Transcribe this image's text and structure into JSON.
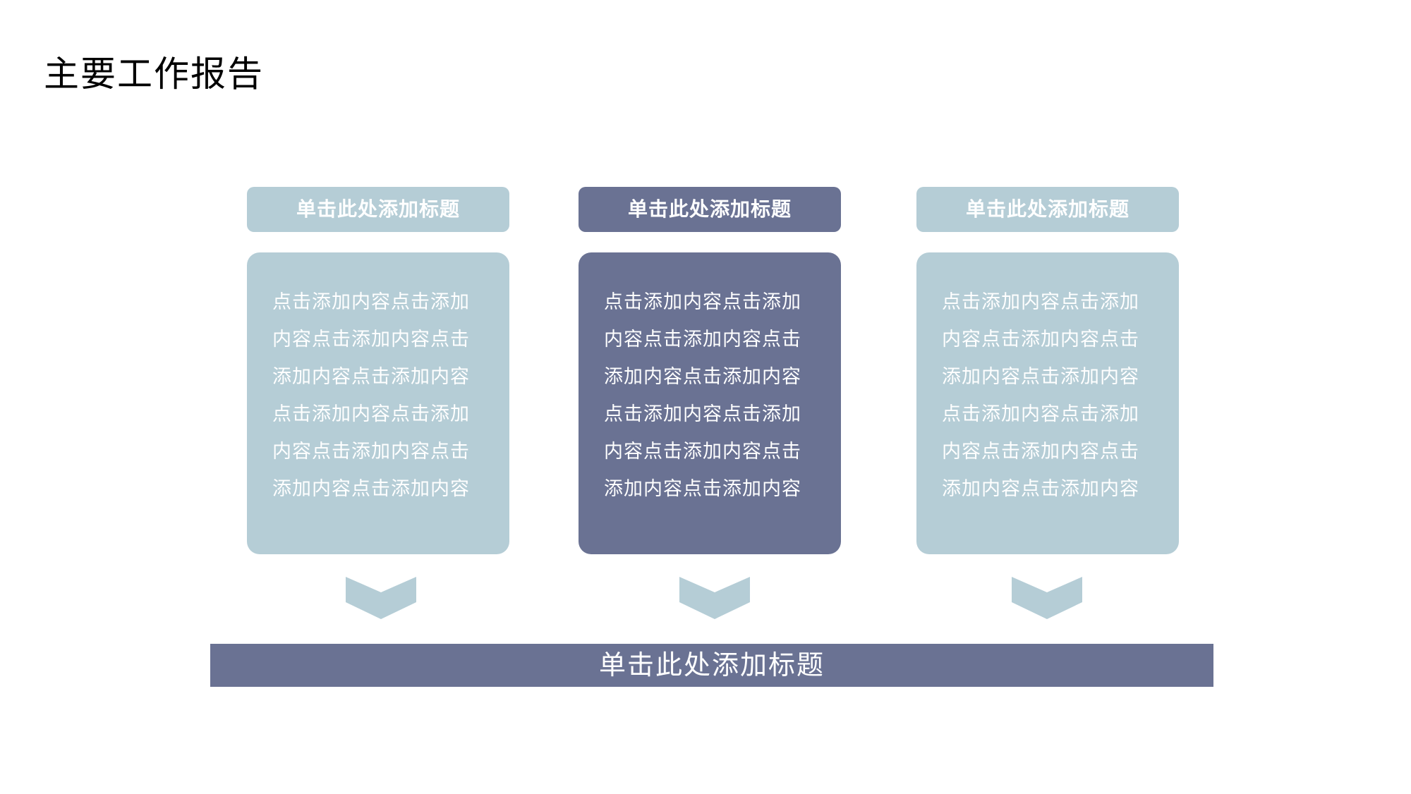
{
  "page": {
    "title": "主要工作报告"
  },
  "colors": {
    "light": "#b5cdd6",
    "dark": "#6a7293",
    "text_on_box": "#ffffff"
  },
  "columns": [
    {
      "title": "单击此处添加标题",
      "body": "点击添加内容点击添加内容点击添加内容点击添加内容点击添加内容点击添加内容点击添加内容点击添加内容点击添加内容点击添加内容",
      "style": "light",
      "arrow_icon": "chevron-down-icon"
    },
    {
      "title": "单击此处添加标题",
      "body": "点击添加内容点击添加内容点击添加内容点击添加内容点击添加内容点击添加内容点击添加内容点击添加内容点击添加内容点击添加内容",
      "style": "dark",
      "arrow_icon": "chevron-down-icon"
    },
    {
      "title": "单击此处添加标题",
      "body": "点击添加内容点击添加内容点击添加内容点击添加内容点击添加内容点击添加内容点击添加内容点击添加内容点击添加内容点击添加内容",
      "style": "light",
      "arrow_icon": "chevron-down-icon"
    }
  ],
  "summary": {
    "title": "单击此处添加标题"
  }
}
